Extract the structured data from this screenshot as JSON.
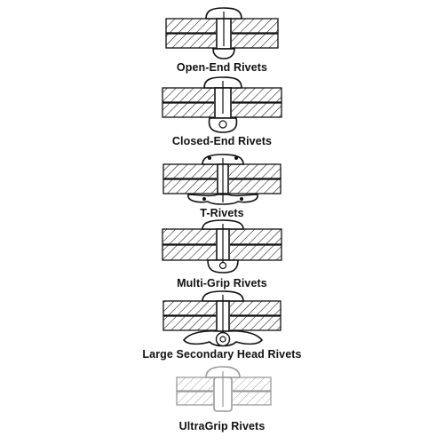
{
  "diagram": {
    "rivets": [
      {
        "label": "Open-End Rivets"
      },
      {
        "label": "Closed-End Rivets"
      },
      {
        "label": "T-Rivets"
      },
      {
        "label": "Multi-Grip Rivets"
      },
      {
        "label": "Large Secondary Head Rivets"
      },
      {
        "label": "UltraGrip Rivets"
      }
    ]
  },
  "colors": {
    "ink": "#111111",
    "ultragrip_ink": "#9a9a9a",
    "background": "#ffffff"
  }
}
